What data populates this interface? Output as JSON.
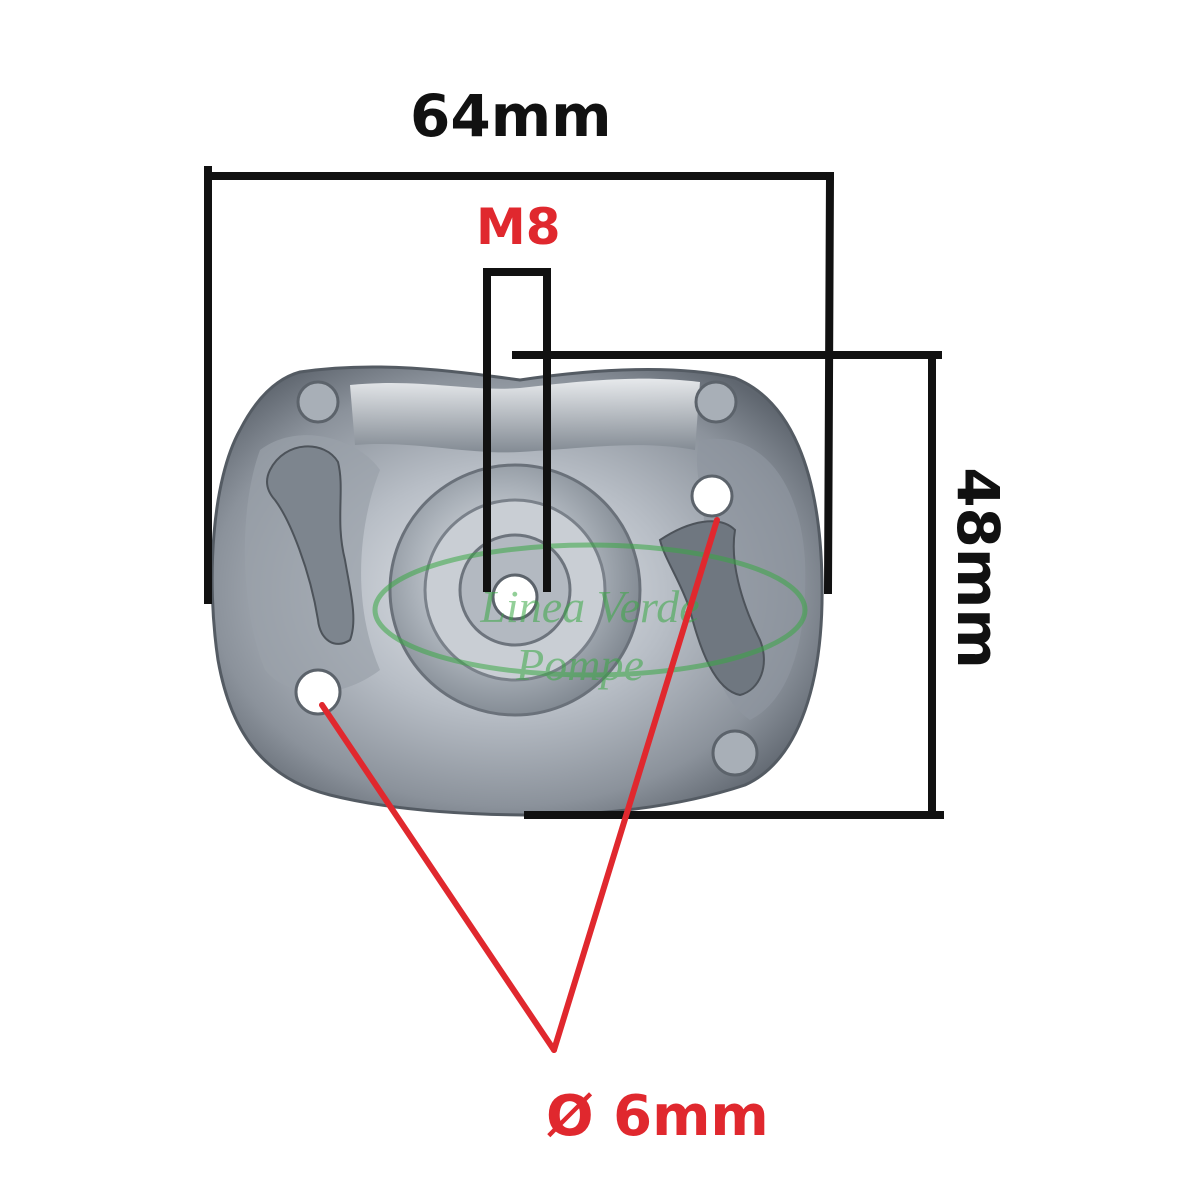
{
  "dimensions": {
    "width_label": "64mm",
    "height_label": "48mm",
    "thread_label": "M8",
    "hole_label": "Ø 6mm"
  },
  "watermark": {
    "line1": "Linea Verde",
    "line2": "Pompe",
    "color": "#3aa845"
  },
  "colors": {
    "dimension_line": "#111111",
    "callout": "#e0282e",
    "metal_light": "#d8dde3",
    "metal_dark": "#6f7780"
  }
}
